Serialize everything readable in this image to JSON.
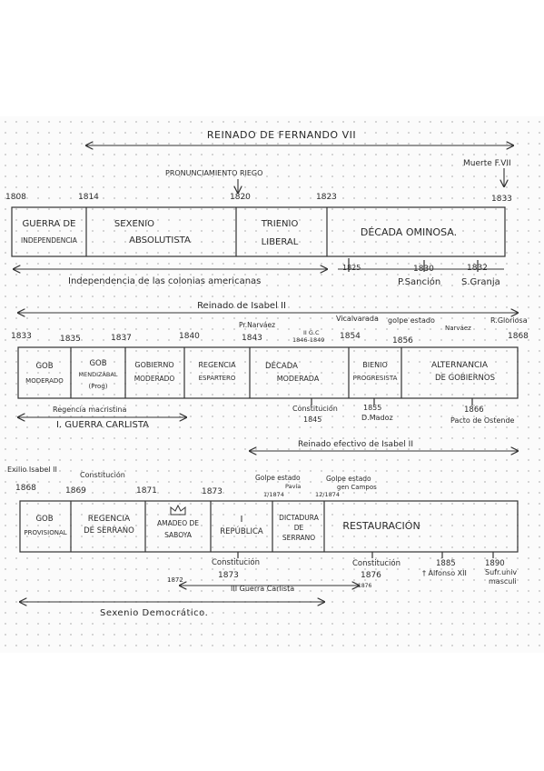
{
  "t1": {
    "title": "REINADO DE FERNANDO VII",
    "top_notes": {
      "riego": "PRONUNCIAMIENTO RIEGO",
      "muerte": "Muerte F.VII"
    },
    "years": [
      "1808",
      "1814",
      "1820",
      "1823",
      "1833"
    ],
    "periods": {
      "p1a": "GUERRA DE",
      "p1b": "INDEPENDENCIA",
      "p2a": "SEXENIO",
      "p2b": "ABSOLUTISTA",
      "p3a": "TRIENIO",
      "p3b": "LIBERAL",
      "p4a": "DÉCADA OMINOSA."
    },
    "bottom": {
      "independencia": "Independencia de las colonias americanas",
      "y1825": "1825",
      "y1830": "1830",
      "y1832": "1832",
      "psancion": "P.Sanción",
      "sgranja": "S.Granja"
    }
  },
  "t2": {
    "title": "Reinado de Isabel II",
    "top_notes": {
      "narvaez1": "Pr.Narváez",
      "iigc": "II G.C",
      "iigc_years": "1846-1849",
      "vicalvarada": "Vicalvarada",
      "golpe": "golpe estado",
      "narvaez2": "Narváez",
      "rgloriosa": "R.Gloriosa"
    },
    "years": [
      "1833",
      "1835",
      "1837",
      "1840",
      "1843",
      "1854",
      "1856",
      "1868"
    ],
    "periods": {
      "p1a": "GOB",
      "p1b": "MODERADO",
      "p2a": "GOB",
      "p2b": "MENDIZÁBAL",
      "p2c": "(Prog)",
      "p3a": "GOBIERNO",
      "p3b": "MODERADO",
      "p4a": "REGENCIA",
      "p4b": "ESPARTERO",
      "p5a": "DÉCADA",
      "p5b": "MODERADA",
      "p6a": "BIENIO",
      "p6b": "PROGRESISTA",
      "p7a": "ALTERNANCIA",
      "p7b": "DE GOBIERNOS"
    },
    "bottom": {
      "regencia": "Regencia macristina",
      "guerra": "I. GUERRA CARLISTA",
      "constitucion": "Constitución",
      "c1845": "1845",
      "y1855": "1855",
      "madoz": "D.Madoz",
      "y1866": "1866",
      "ostende": "Pacto de Ostende",
      "efectivo": "Reinado efectivo de Isabel II"
    }
  },
  "t3": {
    "top_notes": {
      "exilio": "Exilio Isabel II",
      "constitucion": "Constitución",
      "golpe1": "Golpe estado",
      "pavia": "Pavía",
      "golpe2": "Golpe estado",
      "campos": "gen Campos",
      "d1874a": "1/1874",
      "d1874b": "12/1874"
    },
    "years": [
      "1868",
      "1869",
      "1871",
      "1873"
    ],
    "periods": {
      "p1a": "GOB",
      "p1b": "PROVISIONAL",
      "p2a": "REGENCIA",
      "p2b": "DE SERRANO",
      "p3a": "AMADEO DE",
      "p3b": "SABOYA",
      "p4a": "I",
      "p4b": "REPÚBLICA",
      "p5a": "DICTADURA",
      "p5b": "DE",
      "p5c": "SERRANO",
      "p6a": "RESTAURACIÓN"
    },
    "bottom": {
      "constitucion": "Constitución",
      "c1873": "1873",
      "constitucion2": "Constitución",
      "c1876": "1876",
      "y1872": "1872",
      "carlista": "III Guerra Carlista",
      "y1876": "1876",
      "y1885": "1885",
      "alfonso": "† Alfonso XII",
      "y1890": "1890",
      "sufragio": "Sufr.univ",
      "masculino": "masculi",
      "sexenio": "Sexenio Democrático."
    }
  }
}
